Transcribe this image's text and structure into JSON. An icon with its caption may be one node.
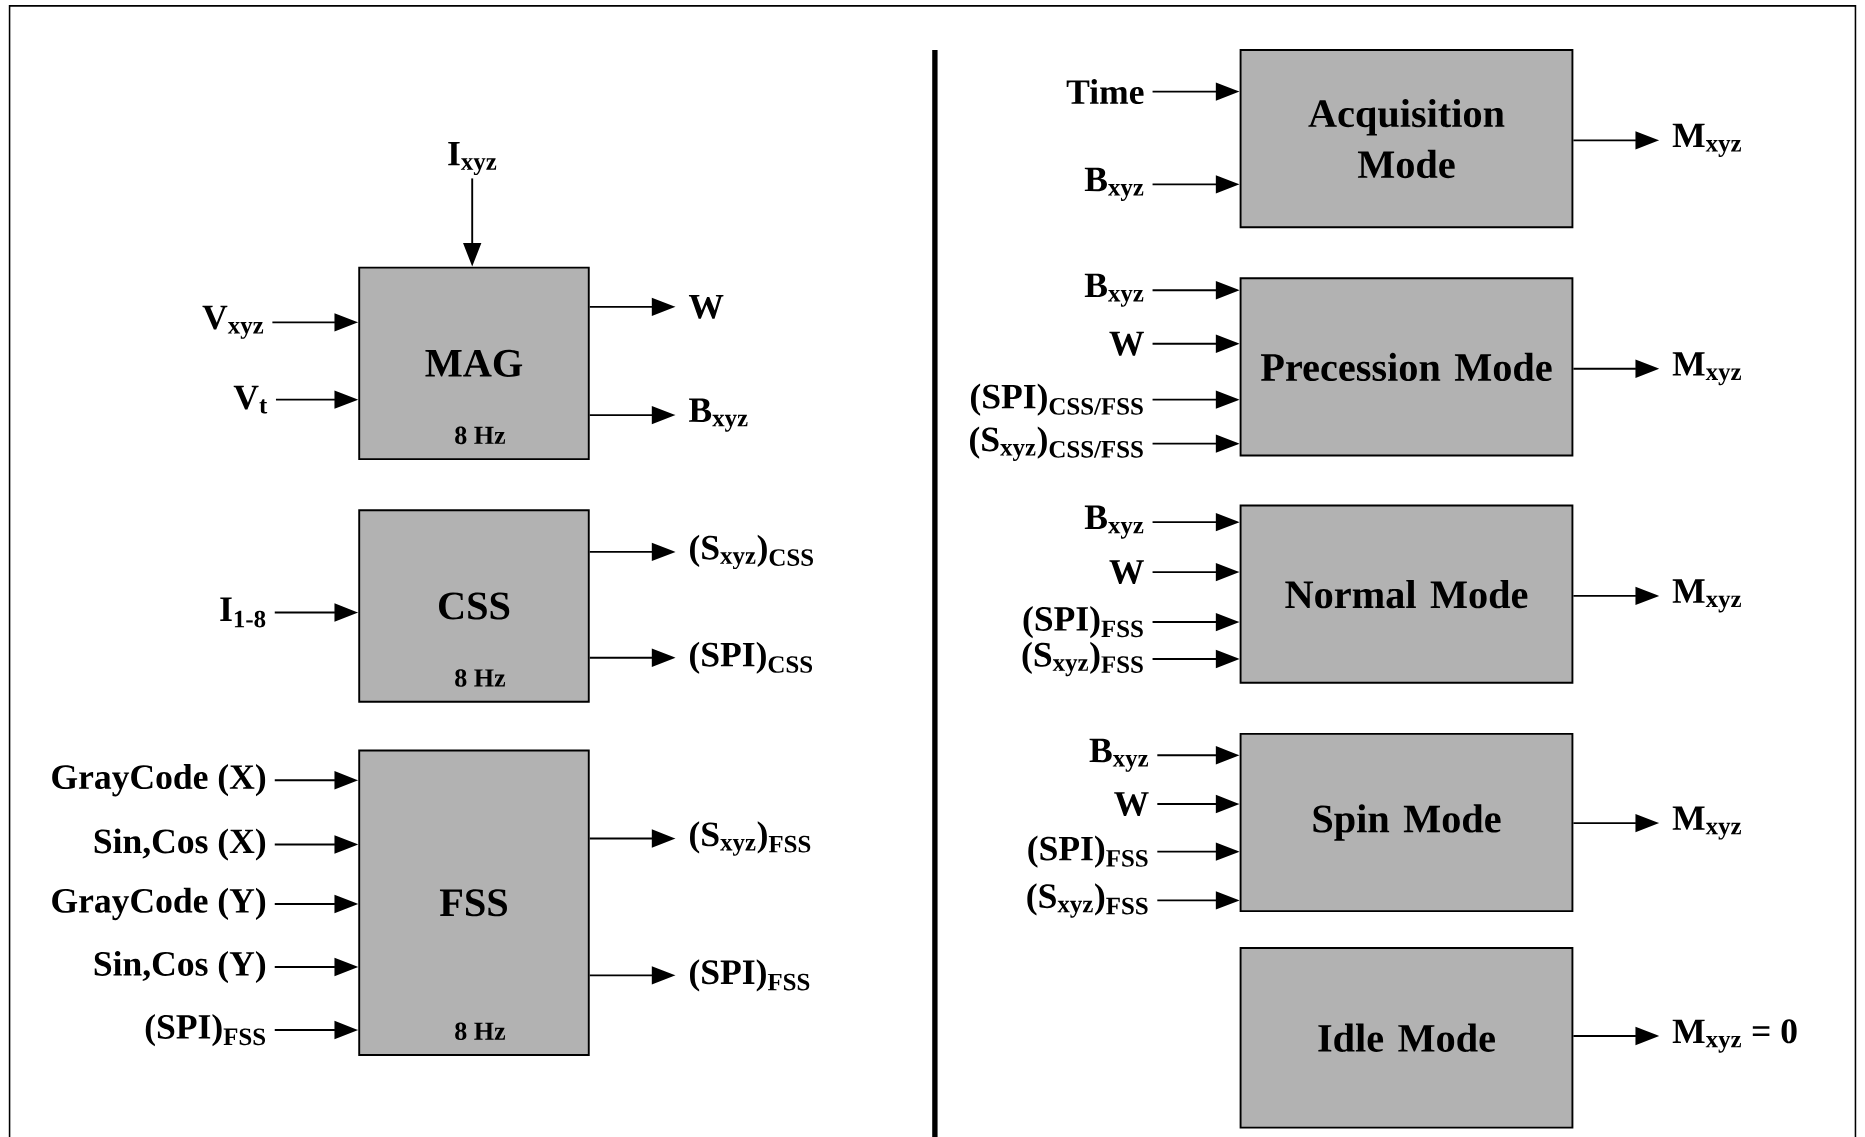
{
  "diagram": {
    "nodes": [
      {
        "text": [
          "I$_{xyz}$"
        ]
      },
      {
        "text": [
          "V$_{xyz}$"
        ]
      },
      {
        "text": [
          "V$_{t}$"
        ]
      },
      {
        "text": [
          "MAG",
          "8 Hz"
        ]
      },
      {
        "text": [
          "W"
        ]
      },
      {
        "text": [
          "B$_{xyz}$"
        ]
      },
      {
        "text": [
          "I$_{1-8}$"
        ]
      },
      {
        "text": [
          "CSS",
          "8 Hz"
        ]
      },
      {
        "text": [
          "(S$_{xyz}$)$_{CSS}$"
        ]
      },
      {
        "text": [
          "(SPI)$_{CSS}$"
        ]
      },
      {
        "text": [
          "GrayCode (X)"
        ]
      },
      {
        "text": [
          "Sin,Cos (X)"
        ]
      },
      {
        "text": [
          "GrayCode (Y)"
        ]
      },
      {
        "text": [
          "Sin,Cos (Y)"
        ]
      },
      {
        "text": [
          "(SPI)$_{FSS}$"
        ]
      },
      {
        "text": [
          "FSS",
          "8 Hz"
        ]
      },
      {
        "text": [
          "(S$_{xyz}$)$_{FSS}$"
        ]
      },
      {
        "text": [
          "(SPI)$_{FSS}$"
        ]
      },
      {
        "text": [
          "Time"
        ]
      },
      {
        "text": [
          "B$_{xyz}$"
        ]
      },
      {
        "text": [
          "Acquisition Mode"
        ]
      },
      {
        "text": [
          "M$_{xyz}$"
        ]
      },
      {
        "text": [
          "B$_{xyz}$"
        ]
      },
      {
        "text": [
          "W"
        ]
      },
      {
        "text": [
          "(SPI)$_{CSS/FSS}$"
        ]
      },
      {
        "text": [
          "(S$_{xyz}$)$_{CSS/FSS}$"
        ]
      },
      {
        "text": [
          "Precession Mode"
        ]
      },
      {
        "text": [
          "M$_{xyz}$"
        ]
      },
      {
        "text": [
          "B$_{xyz}$"
        ]
      },
      {
        "text": [
          "W"
        ]
      },
      {
        "text": [
          "(SPI)$_{FSS}$"
        ]
      },
      {
        "text": [
          "(S$_{xyz}$)$_{FSS}$"
        ]
      },
      {
        "text": [
          "Normal Mode"
        ]
      },
      {
        "text": [
          "M$_{xyz}$"
        ]
      },
      {
        "text": [
          "B$_{xyz}$"
        ]
      },
      {
        "text": [
          "W"
        ]
      },
      {
        "text": [
          "(SPI)$_{FSS}$"
        ]
      },
      {
        "text": [
          "(S$_{xyz}$)$_{FSS}$"
        ]
      },
      {
        "text": [
          "Spin Mode"
        ]
      },
      {
        "text": [
          "M$_{xyz}$"
        ]
      },
      {
        "text": [
          "Idle Mode"
        ]
      },
      {
        "text": [
          "M$_{xyz}$ = 0"
        ]
      }
    ],
    "edges": [
      {
        "from": 0,
        "to": 3,
        "arrow": "to"
      },
      {
        "from": 1,
        "to": 3,
        "arrow": "to"
      },
      {
        "from": 2,
        "to": 3,
        "arrow": "to"
      },
      {
        "from": 3,
        "to": 4,
        "arrow": "to"
      },
      {
        "from": 3,
        "to": 5,
        "arrow": "to"
      },
      {
        "from": 6,
        "to": 7,
        "arrow": "to"
      },
      {
        "from": 7,
        "to": 8,
        "arrow": "to"
      },
      {
        "from": 7,
        "to": 9,
        "arrow": "to"
      },
      {
        "from": 10,
        "to": 15,
        "arrow": "to"
      },
      {
        "from": 11,
        "to": 15,
        "arrow": "to"
      },
      {
        "from": 12,
        "to": 15,
        "arrow": "to"
      },
      {
        "from": 13,
        "to": 15,
        "arrow": "to"
      },
      {
        "from": 14,
        "to": 15,
        "arrow": "to"
      },
      {
        "from": 15,
        "to": 16,
        "arrow": "to"
      },
      {
        "from": 15,
        "to": 17,
        "arrow": "to"
      },
      {
        "from": 18,
        "to": 20,
        "arrow": "to"
      },
      {
        "from": 19,
        "to": 20,
        "arrow": "to"
      },
      {
        "from": 20,
        "to": 21,
        "arrow": "to"
      },
      {
        "from": 22,
        "to": 26,
        "arrow": "to"
      },
      {
        "from": 23,
        "to": 26,
        "arrow": "to"
      },
      {
        "from": 24,
        "to": 26,
        "arrow": "to"
      },
      {
        "from": 25,
        "to": 26,
        "arrow": "to"
      },
      {
        "from": 26,
        "to": 27,
        "arrow": "to"
      },
      {
        "from": 28,
        "to": 32,
        "arrow": "to"
      },
      {
        "from": 29,
        "to": 32,
        "arrow": "to"
      },
      {
        "from": 30,
        "to": 32,
        "arrow": "to"
      },
      {
        "from": 31,
        "to": 32,
        "arrow": "to"
      },
      {
        "from": 32,
        "to": 33,
        "arrow": "to"
      },
      {
        "from": 34,
        "to": 38,
        "arrow": "to"
      },
      {
        "from": 35,
        "to": 38,
        "arrow": "to"
      },
      {
        "from": 36,
        "to": 38,
        "arrow": "to"
      },
      {
        "from": 37,
        "to": 38,
        "arrow": "to"
      },
      {
        "from": 38,
        "to": 39,
        "arrow": "to"
      },
      {
        "from": 40,
        "to": 41,
        "arrow": "to"
      }
    ]
  }
}
